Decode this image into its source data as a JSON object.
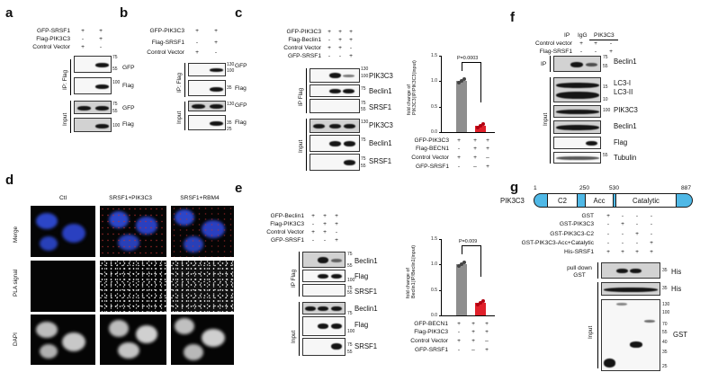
{
  "panels": {
    "a": "a",
    "b": "b",
    "c": "c",
    "d": "d",
    "e": "e",
    "f": "f",
    "g": "g"
  },
  "plus": "+",
  "minus": "-",
  "dash": "–",
  "a": {
    "row1": "GFP-SRSF1",
    "row2": "Flag-PIK3C3",
    "row3": "Control Vector",
    "ip": "IP: Flag",
    "input": "Input",
    "gfp": "GFP",
    "flag": "Flag",
    "m75": "75",
    "m55": "55",
    "m100": "100"
  },
  "b": {
    "row1": "GFP-PIK3C3",
    "row2": "Flag-SRSF1",
    "row3": "Control Vector",
    "ip": "IP: Flag",
    "input": "Input",
    "gfp": "GFP",
    "flag": "Flag",
    "m130": "130",
    "m100": "100",
    "m35": "35",
    "m25": "25"
  },
  "c": {
    "row1": "GFP-PIK3C3",
    "row2": "Flag-Beclin1",
    "row3": "Control Vector",
    "row4": "GFP-SRSF1",
    "ip": "IP Flag",
    "input": "Input",
    "pik3c3": "PIK3C3",
    "beclin1": "Beclin1",
    "srsf1": "SRSF1",
    "m130": "130",
    "m100": "100",
    "m75": "75",
    "m55": "55",
    "chart_ylabel": "fold change of PIK3C3(IP/PIK3C3(input)",
    "pvalue": "P=0.0003",
    "tbl1": "GFP-PIK3C3",
    "tbl2": "Flag-BECN1",
    "tbl3": "Control Vector",
    "tbl4": "GFP-SRSF1",
    "y0": "0.0",
    "y05": "0.5",
    "y10": "1.0",
    "y15": "1.5"
  },
  "d": {
    "col1": "Ctl",
    "col2": "SRSF1+PIK3C3",
    "col3": "SRSF1+RBM4",
    "row1": "Merge",
    "row2": "PLA signal",
    "row3": "DAPI"
  },
  "e": {
    "row1": "GFP-Beclin1",
    "row2": "Flag-PIK3C3",
    "row3": "Control Vector",
    "row4": "GFP-SRSF1",
    "ip": "IP Flag",
    "input": "Input",
    "beclin1": "Beclin1",
    "flag": "Flag",
    "srsf1": "SRSF1",
    "m75": "75",
    "m55": "55",
    "m100": "100",
    "chart_ylabel": "fold change of Beclin1(IP/Beclin1(input)",
    "pvalue": "P=0.009",
    "tbl1": "GFP-BECN1",
    "tbl2": "Flag-PIK3C3",
    "tbl3": "Control Vector",
    "tbl4": "GFP-SRSF1",
    "y0": "0.0",
    "y05": "0.5",
    "y10": "1.0",
    "y15": "1.5"
  },
  "f": {
    "ip_hdr": "IP",
    "igg": "IgG",
    "pik3c3": "PIK3C3",
    "row1": "Control vector",
    "row2": "Flag-SRSF1",
    "ip": "IP",
    "input": "Input",
    "beclin1": "Beclin1",
    "lc3i": "LC3-I",
    "lc3ii": "LC3-II",
    "pik3c3_band": "PIK3C3",
    "beclin1_in": "Beclin1",
    "flag": "Flag",
    "tubulin": "Tubulin",
    "m75": "75",
    "m55": "55",
    "m15": "15",
    "m10": "10",
    "m100": "100"
  },
  "g": {
    "protein": "PIK3C3",
    "p1": "1",
    "p250": "250",
    "p530": "530",
    "p887": "887",
    "c2": "C2",
    "acc": "Acc",
    "cat": "Catalytic",
    "row1": "GST",
    "row2": "GST-PIK3C3",
    "row3": "GST-PIK3C3-C2",
    "row4": "GST-PIK3C3-Acc+Catalytic",
    "row5": "His-SRSF1",
    "pulldown": "pull down GST",
    "input": "Input",
    "his": "His",
    "his2": "His",
    "gst": "GST",
    "m35": "35",
    "m35b": "35",
    "m130": "130",
    "m100": "100",
    "m70": "70",
    "m55": "55",
    "m40": "40",
    "m35c": "35",
    "m25": "25"
  },
  "chart_data": [
    {
      "panel": "c",
      "type": "bar",
      "categories": [
        "Control Vector",
        "GFP-SRSF1"
      ],
      "series": [
        {
          "values": [
            1.0,
            0.12
          ]
        }
      ],
      "ylim": [
        0,
        1.5
      ],
      "ylabel": "fold change of PIK3C3(IP/PIK3C3(input)",
      "annotation": "P=0.0003",
      "colors": [
        "#8e8e8e",
        "#e0202a"
      ]
    },
    {
      "panel": "e",
      "type": "bar",
      "categories": [
        "Control Vector",
        "GFP-SRSF1"
      ],
      "series": [
        {
          "values": [
            1.0,
            0.25
          ]
        }
      ],
      "ylim": [
        0,
        1.5
      ],
      "ylabel": "fold change of Beclin1(IP/Beclin1(input)",
      "annotation": "P=0.009",
      "colors": [
        "#8e8e8e",
        "#e0202a"
      ]
    }
  ]
}
